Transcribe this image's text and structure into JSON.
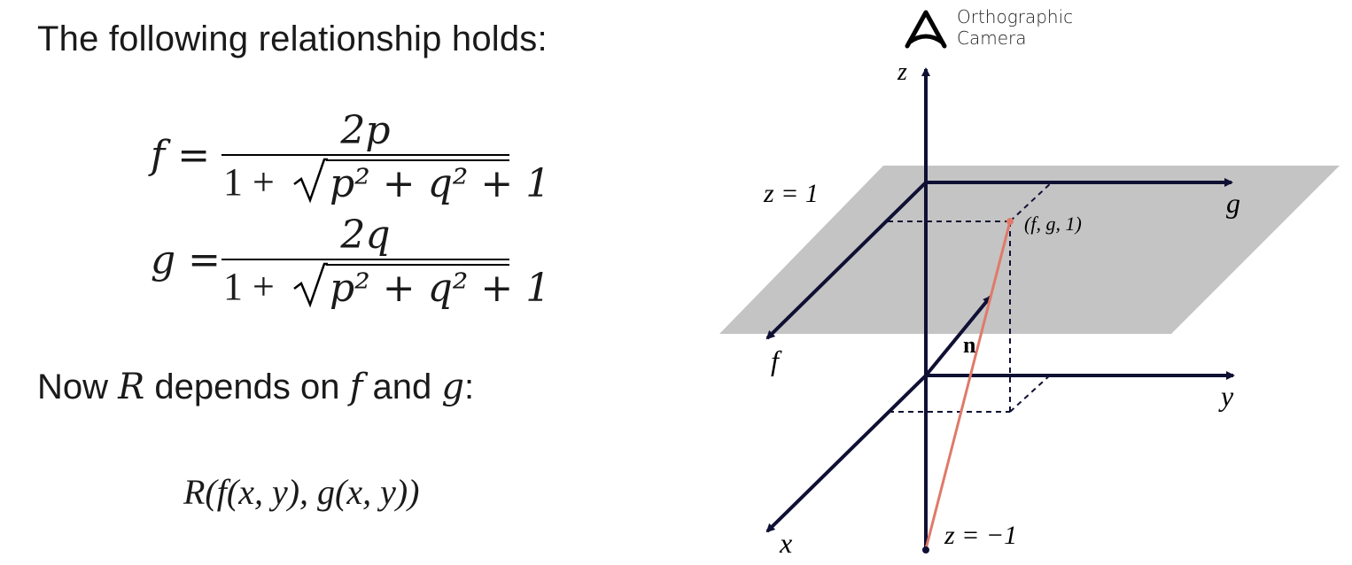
{
  "text": {
    "intro": "The following relationship holds:",
    "now_prefix": "Now ",
    "now_R": "R",
    "now_mid": " depends on ",
    "now_f": "f",
    "now_and": " and ",
    "now_g": "g",
    "now_colon": ":"
  },
  "equations": {
    "f_lhs": "f =",
    "f_num": "2p",
    "g_lhs": "g =",
    "g_num": "2q",
    "den_one": "1 +",
    "den_rad": "p² + q² + 1",
    "r_expr": "R(f(x, y), g(x, y))"
  },
  "diagram": {
    "camera_line1": "Orthographic",
    "camera_line2": "Camera",
    "label_z_axis": "z",
    "label_z1": "z = 1",
    "label_zm1": "z = −1",
    "label_g": "g",
    "label_f": "f",
    "label_y": "y",
    "label_x": "x",
    "label_n": "n",
    "label_point": "(f, g, 1)",
    "colors": {
      "plane": "#c4c4c4",
      "axis": "#0f1033",
      "ray": "#e07a6a"
    }
  }
}
